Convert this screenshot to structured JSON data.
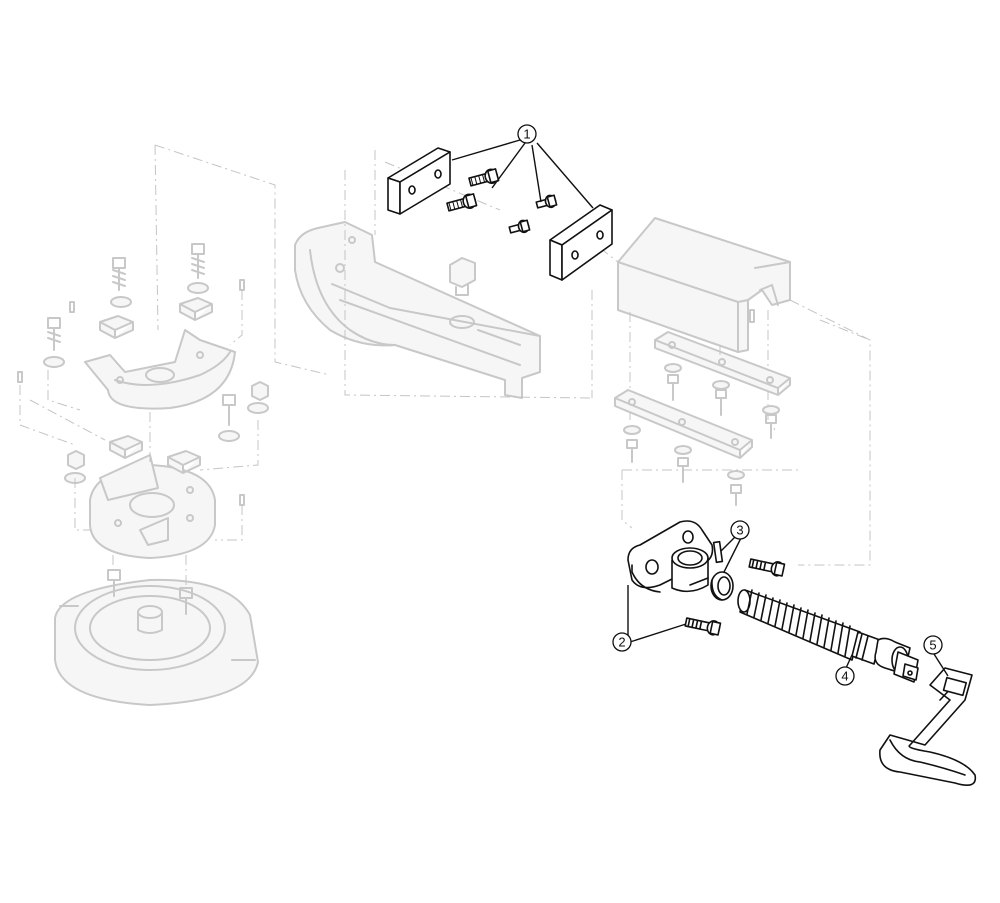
{
  "callouts": [
    {
      "id": "callout-1",
      "label": "1"
    },
    {
      "id": "callout-2",
      "label": "2"
    },
    {
      "id": "callout-3",
      "label": "3"
    },
    {
      "id": "callout-4",
      "label": "4"
    },
    {
      "id": "callout-5",
      "label": "5"
    }
  ],
  "colors": {
    "highlight": "#111111",
    "faded": "#c8c8c8"
  }
}
